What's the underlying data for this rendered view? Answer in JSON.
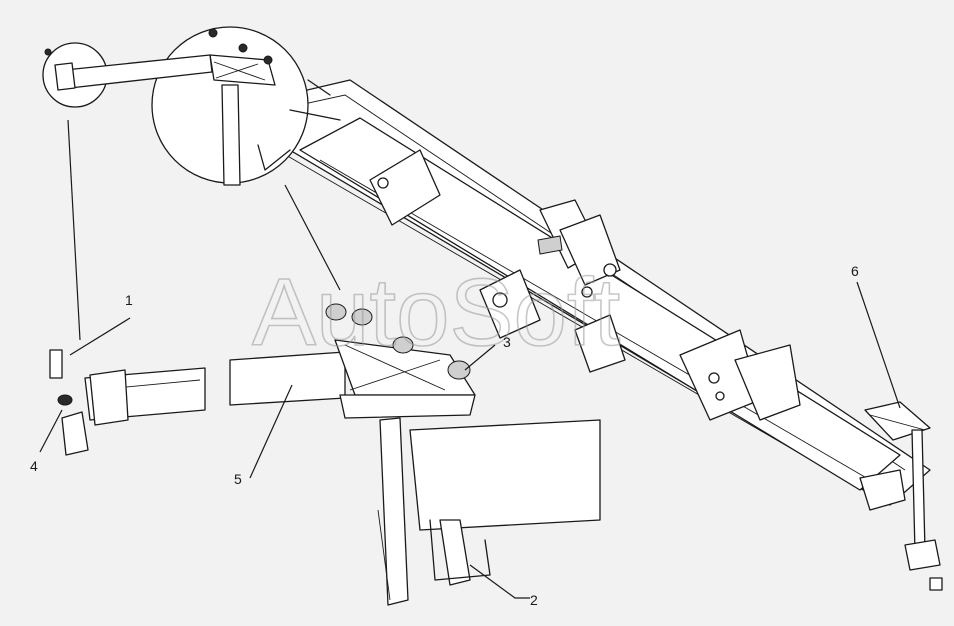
{
  "watermark": "AutoSoft",
  "callouts": [
    {
      "id": "1",
      "label": "1"
    },
    {
      "id": "2",
      "label": "2"
    },
    {
      "id": "3",
      "label": "3"
    },
    {
      "id": "4",
      "label": "4"
    },
    {
      "id": "5",
      "label": "5"
    },
    {
      "id": "6",
      "label": "6"
    }
  ]
}
